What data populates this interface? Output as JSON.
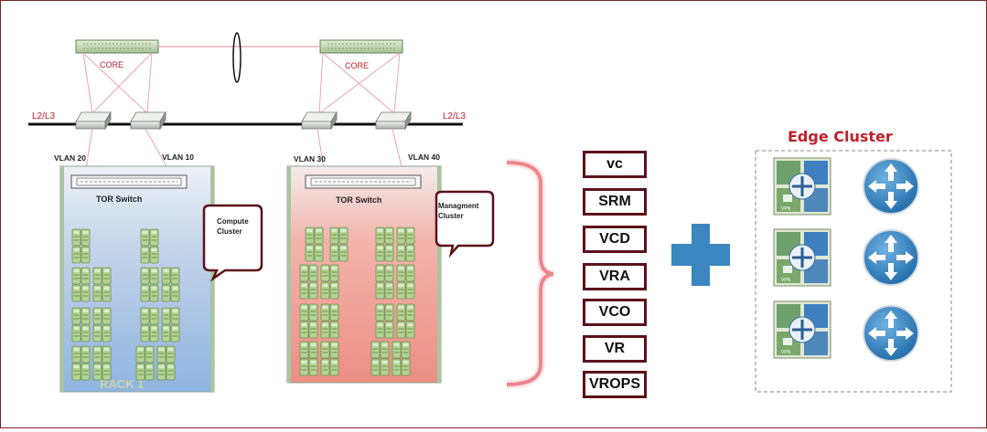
{
  "core": {
    "left_label": "CORE",
    "right_label": "CORE"
  },
  "network": {
    "left_layer_label": "L2/L3",
    "right_layer_label": "L2/L3"
  },
  "vlans": [
    "VLAN 20",
    "VLAN 10",
    "VLAN 30",
    "VLAN 40"
  ],
  "rack1": {
    "tor_label": "TOR Switch",
    "callout": [
      "Compute",
      "Cluster"
    ],
    "watermark": "RACK 1",
    "fill": "#9ebfe3"
  },
  "rack2": {
    "tor_label": "TOR Switch",
    "callout": [
      "Managment",
      "Cluster"
    ],
    "fill": "#ef9a90"
  },
  "services": [
    "vc",
    "SRM",
    "VCD",
    "VRA",
    "VCO",
    "VR",
    "VROPS"
  ],
  "edge": {
    "title": "Edge Cluster"
  },
  "colors": {
    "accent_red": "#c0202a",
    "box_border": "#5b1119",
    "plus": "#3c86c0",
    "router": "#2e7fbf",
    "server_green": "#a9cc88"
  }
}
